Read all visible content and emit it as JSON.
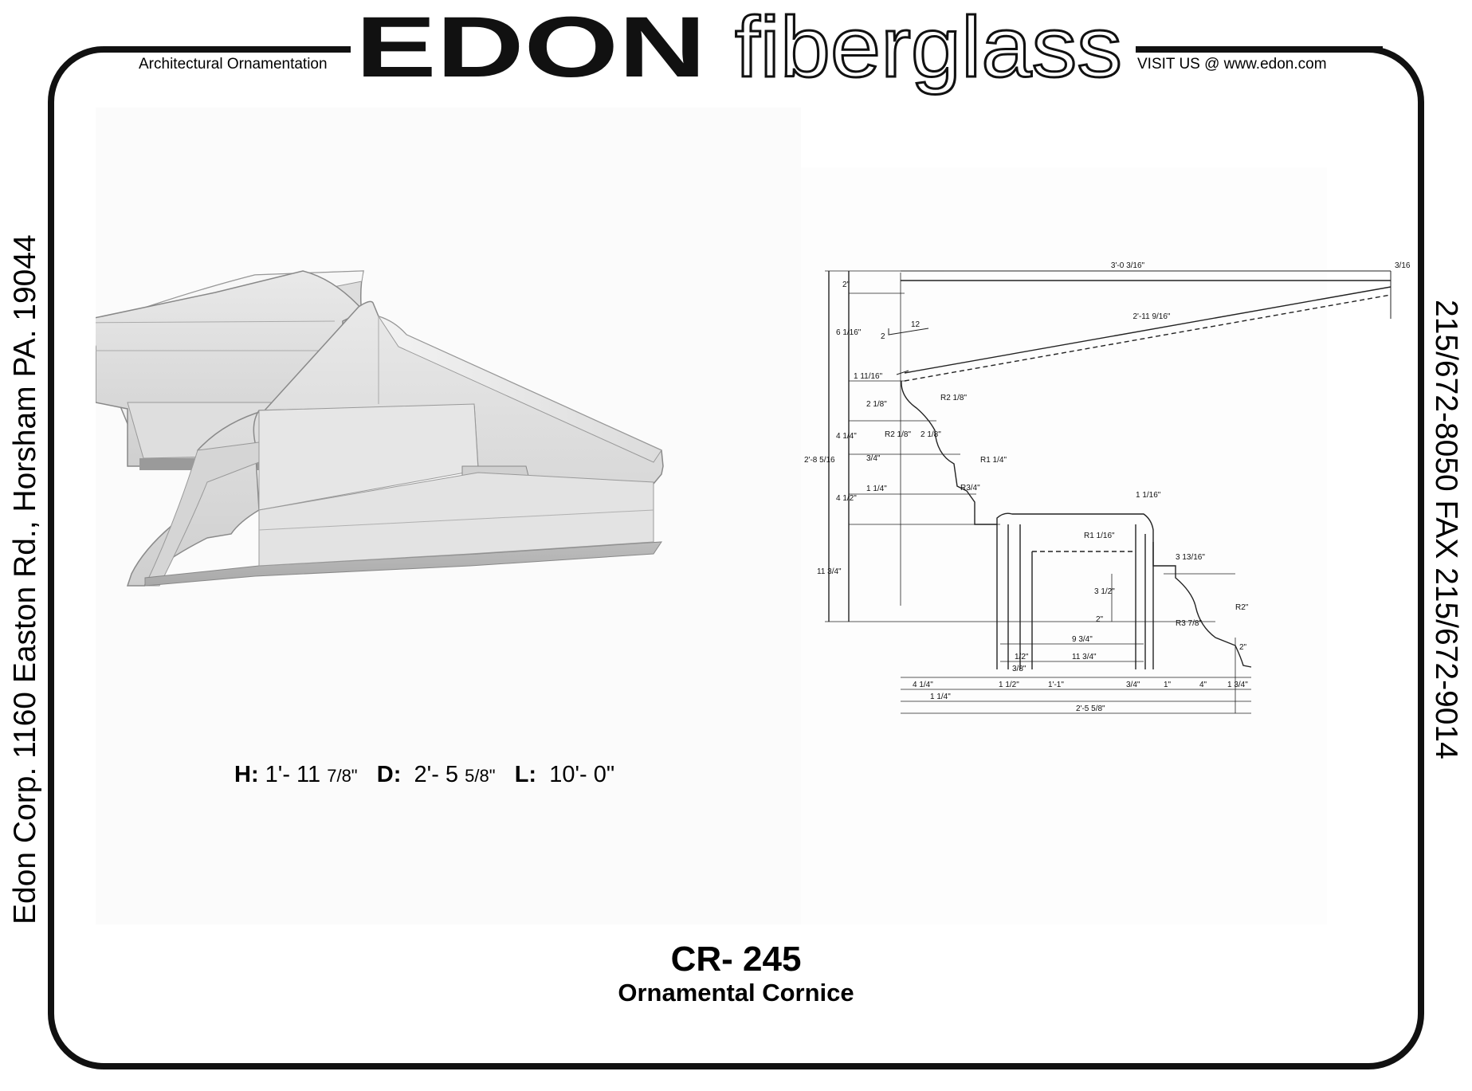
{
  "header": {
    "tagline": "Architectural Ornamentation",
    "brand": "EDON",
    "brand_suffix": "fiberglass",
    "url_text": "VISIT US @ www.edon.com"
  },
  "sidebar_left": {
    "address": "Edon Corp.  1160 Easton Rd., Horsham PA. 19044"
  },
  "sidebar_right": {
    "phone_fax": "215/672-8050  FAX 215/672-9014"
  },
  "dimensions": {
    "h_label": "H:",
    "h_value": "1'- 11",
    "h_fraction": "7/8\"",
    "d_label": "D:",
    "d_value": "2'- 5",
    "d_fraction": "5/8\"",
    "l_label": "L:",
    "l_value": "10'- 0\""
  },
  "product": {
    "code": "CR- 245",
    "name": "Ornamental Cornice"
  },
  "drawing": {
    "labels": {
      "top_width": "3'-0 3/16\"",
      "top_right": "3/16",
      "slope_len": "2'-11 9/16\"",
      "slope_run": "12",
      "slope_rise": "2",
      "r2_1_8_a": "R2 1/8\"",
      "r2_1_8_b": "R2 1/8\"",
      "r1_1_4": "R1 1/4\"",
      "r3_4": "R3/4\"",
      "r1_1_16": "R1 1/16\"",
      "r3_7_8": "R3 7/8\"",
      "r2": "R2\"",
      "h_2": "2\"",
      "h_6_1_16": "6 1/16\"",
      "h_1_11_16": "1 11/16\"",
      "h_4_1_4": "4 1/4\"",
      "h_2_1_8_a": "2 1/8\"",
      "h_2_1_8_b": "2 1/8\"",
      "h_3_4_a": "3/4\"",
      "h_1_1_4": "1 1/4\"",
      "h_4_1_2": "4 1/2\"",
      "h_11_3_4": "11 3/4\"",
      "h_total": "2'-8 5/16",
      "w_1_1_16": "1 1/16\"",
      "w_3_13_16": "3 13/16\"",
      "h_3_1_2": "3 1/2\"",
      "h_2_b": "2\"",
      "w_9_3_4": "9 3/4\"",
      "w_11_3_4": "11 3/4\"",
      "w_1_1": "1'-1\"",
      "w_4_1_4": "4 1/4\"",
      "w_1_1_4": "1 1/4\"",
      "w_2_5_5_8": "2'-5 5/8\"",
      "w_4": "4\"",
      "w_1_3_4": "1 3/4\"",
      "w_1": "1\"",
      "w_1_2": "1/2\"",
      "w_3_8": "3/8\"",
      "w_3_4": "3/4\"",
      "w_1_1_2": "1 1/2\"",
      "w_2_right": "2\""
    }
  }
}
